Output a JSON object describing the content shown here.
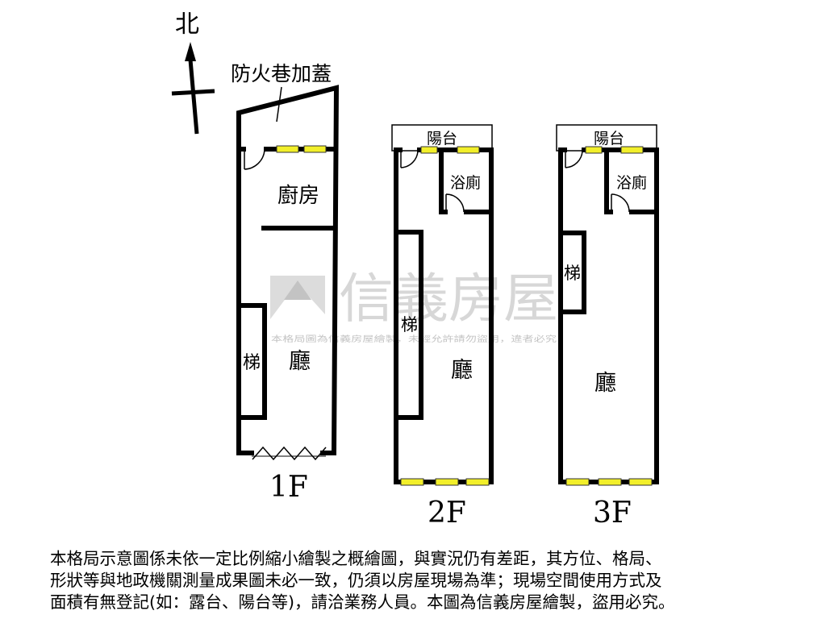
{
  "compass": {
    "north_label": "北"
  },
  "annotation": {
    "fire_lane": "防火巷加蓋"
  },
  "floors": [
    {
      "id": "1f",
      "label": "1F",
      "rooms": {
        "kitchen": "廚房",
        "stairs": "梯",
        "hall": "廳"
      }
    },
    {
      "id": "2f",
      "label": "2F",
      "rooms": {
        "balcony": "陽台",
        "bathroom": "浴廁",
        "stairs": "梯",
        "hall": "廳"
      }
    },
    {
      "id": "3f",
      "label": "3F",
      "rooms": {
        "balcony": "陽台",
        "bathroom": "浴廁",
        "stairs": "梯",
        "hall": "廳"
      }
    }
  ],
  "watermark": {
    "brand": "信義房屋",
    "notice": "本格局圖為信義房屋繪製，未經允許請勿盜用，違者必究"
  },
  "disclaimer": {
    "lines": [
      "本格局示意圖係未依一定比例縮小繪製之概繪圖，與實況仍有差距，其方位、格局、",
      "形狀等與地政機關測量成果圖未必一致，仍須以房屋現場為準；現場空間使用方式及",
      "面積有無登記(如：露台、陽台等)，請洽業務人員。本圖為信義房屋繪製，盜用必究。"
    ]
  },
  "colors": {
    "wall": "#000000",
    "window": "#f2ef2a",
    "watermark": "#d6d6d6"
  }
}
